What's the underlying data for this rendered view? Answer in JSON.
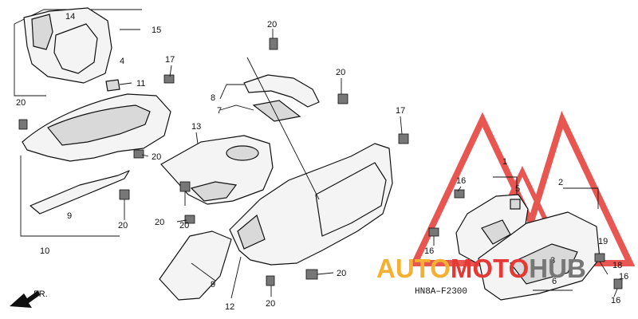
{
  "callouts": {
    "c14": "14",
    "c15": "15",
    "c4": "4",
    "c11": "11",
    "c17a": "17",
    "c20a": "20",
    "c20b": "20",
    "c20c": "20",
    "c20d": "20",
    "c20e": "20",
    "c20f": "20",
    "c20g": "20",
    "c20h": "20",
    "c20i": "20",
    "c8": "8",
    "c7": "7",
    "c13": "13",
    "c17b": "17",
    "c9a": "9",
    "c9b": "9",
    "c10": "10",
    "c12": "12",
    "c1": "1",
    "c2": "2",
    "c3": "3",
    "c5": "5",
    "c6": "6",
    "c16a": "16",
    "c16b": "16",
    "c16c": "16",
    "c16d": "16",
    "c18": "18",
    "c19": "19"
  },
  "diagram_code": "HN8A–F2300",
  "front_label": "FR.",
  "watermark": {
    "auto": "AUTO",
    "moto": "MOTO",
    "hub": "HUB",
    "color_auto": "#f5b031",
    "color_moto": "#e53935",
    "color_hub": "#777777",
    "logo_color": "#e53935"
  },
  "icons": {
    "front_arrow": "front-direction-arrow-icon",
    "logo": "automotohub-logo-icon"
  }
}
